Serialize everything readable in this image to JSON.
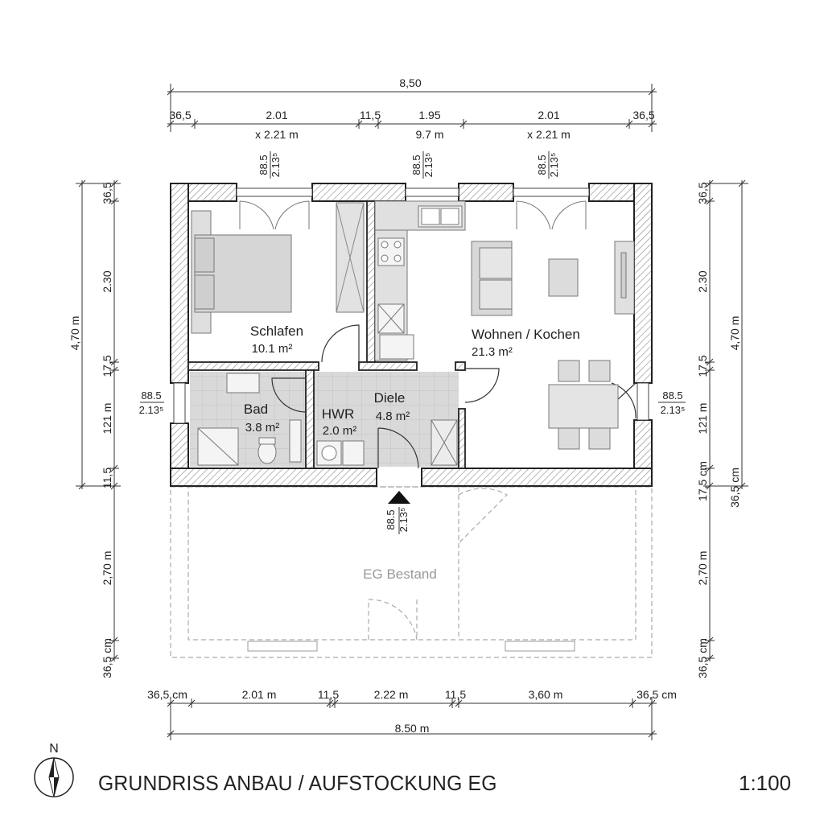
{
  "plan": {
    "title": "GRUNDRISS ANBAU / AUFSTOCKUNG EG",
    "scale": "1:100",
    "north_label": "N",
    "existing_label": "EG Bestand"
  },
  "rooms": {
    "schlafen": {
      "name": "Schlafen",
      "area": "10.1 m²"
    },
    "wohnen": {
      "name": "Wohnen / Kochen",
      "area": "21.3 m²"
    },
    "bad": {
      "name": "Bad",
      "area": "3.8 m²"
    },
    "hwr": {
      "name": "HWR",
      "area": "2.0 m²"
    },
    "diele": {
      "name": "Diele",
      "area": "4.8 m²"
    }
  },
  "dims_top": {
    "total": "8,50",
    "s1": "36,5",
    "s2": "2.01",
    "s2b": "x 2.21 m",
    "s3": "11,5",
    "s4": "1.95",
    "s4b": "9.7 m",
    "s5": "2.01",
    "s5b": "x 2.21 m",
    "s6": "36,5"
  },
  "dims_bottom": {
    "s1": "36,5 cm",
    "s2": "2.01 m",
    "s3": "11,5",
    "s4": "2.22 m",
    "s5": "11,5",
    "s6": "3,60 m",
    "s7": "36,5 cm",
    "total": "8.50 m"
  },
  "dims_left": {
    "total": "4,70 m",
    "s1": "36,5",
    "s2": "2.30",
    "s3": "17,5",
    "s4": "121 m",
    "s5": "11,5",
    "s6": "2,70 m",
    "s7": "36,5 cm"
  },
  "dims_right": {
    "total": "4,70 m",
    "total2": "36,5 cm",
    "s1": "36,5",
    "s2": "2.30",
    "s3": "17,5",
    "s4": "121 m",
    "s5": "17,5 cm",
    "s6": "2,70 m",
    "s7": "36,5 cm"
  },
  "openings": {
    "window_top_top": "88.5",
    "window_top_bottom": "2.13⁵",
    "window_mid_top": "88.5",
    "window_mid_bottom": "2.13⁵",
    "window_right_top": "88.5",
    "window_right_bottom": "2.13⁵",
    "window_left_a": "88.5",
    "window_left_b": "2.13⁵",
    "window_east_a": "88.5",
    "window_east_b": "2.13⁵",
    "entry_a": "88.5",
    "entry_b": "2.13⁵"
  }
}
